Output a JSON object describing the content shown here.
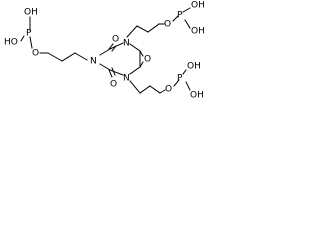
{
  "molecule": {
    "atoms": {
      "n_top": "N",
      "n_left": "N",
      "n_bottom": "N",
      "o_carbonyl_top": "O",
      "o_carbonyl_right": "O",
      "o_carbonyl_bottom": "O",
      "o_ether_left": "O",
      "o_ether_top": "O",
      "o_ether_bottom": "O",
      "p_left": "P",
      "p_top": "P",
      "p_bottom": "P",
      "oh_left_1": "OH",
      "oh_left_2": "HO",
      "oh_top_1": "OH",
      "oh_top_2": "OH",
      "oh_bottom_1": "OH",
      "oh_bottom_2": "OH"
    }
  },
  "colors": {
    "ink": "#000000",
    "background": "#ffffff"
  }
}
